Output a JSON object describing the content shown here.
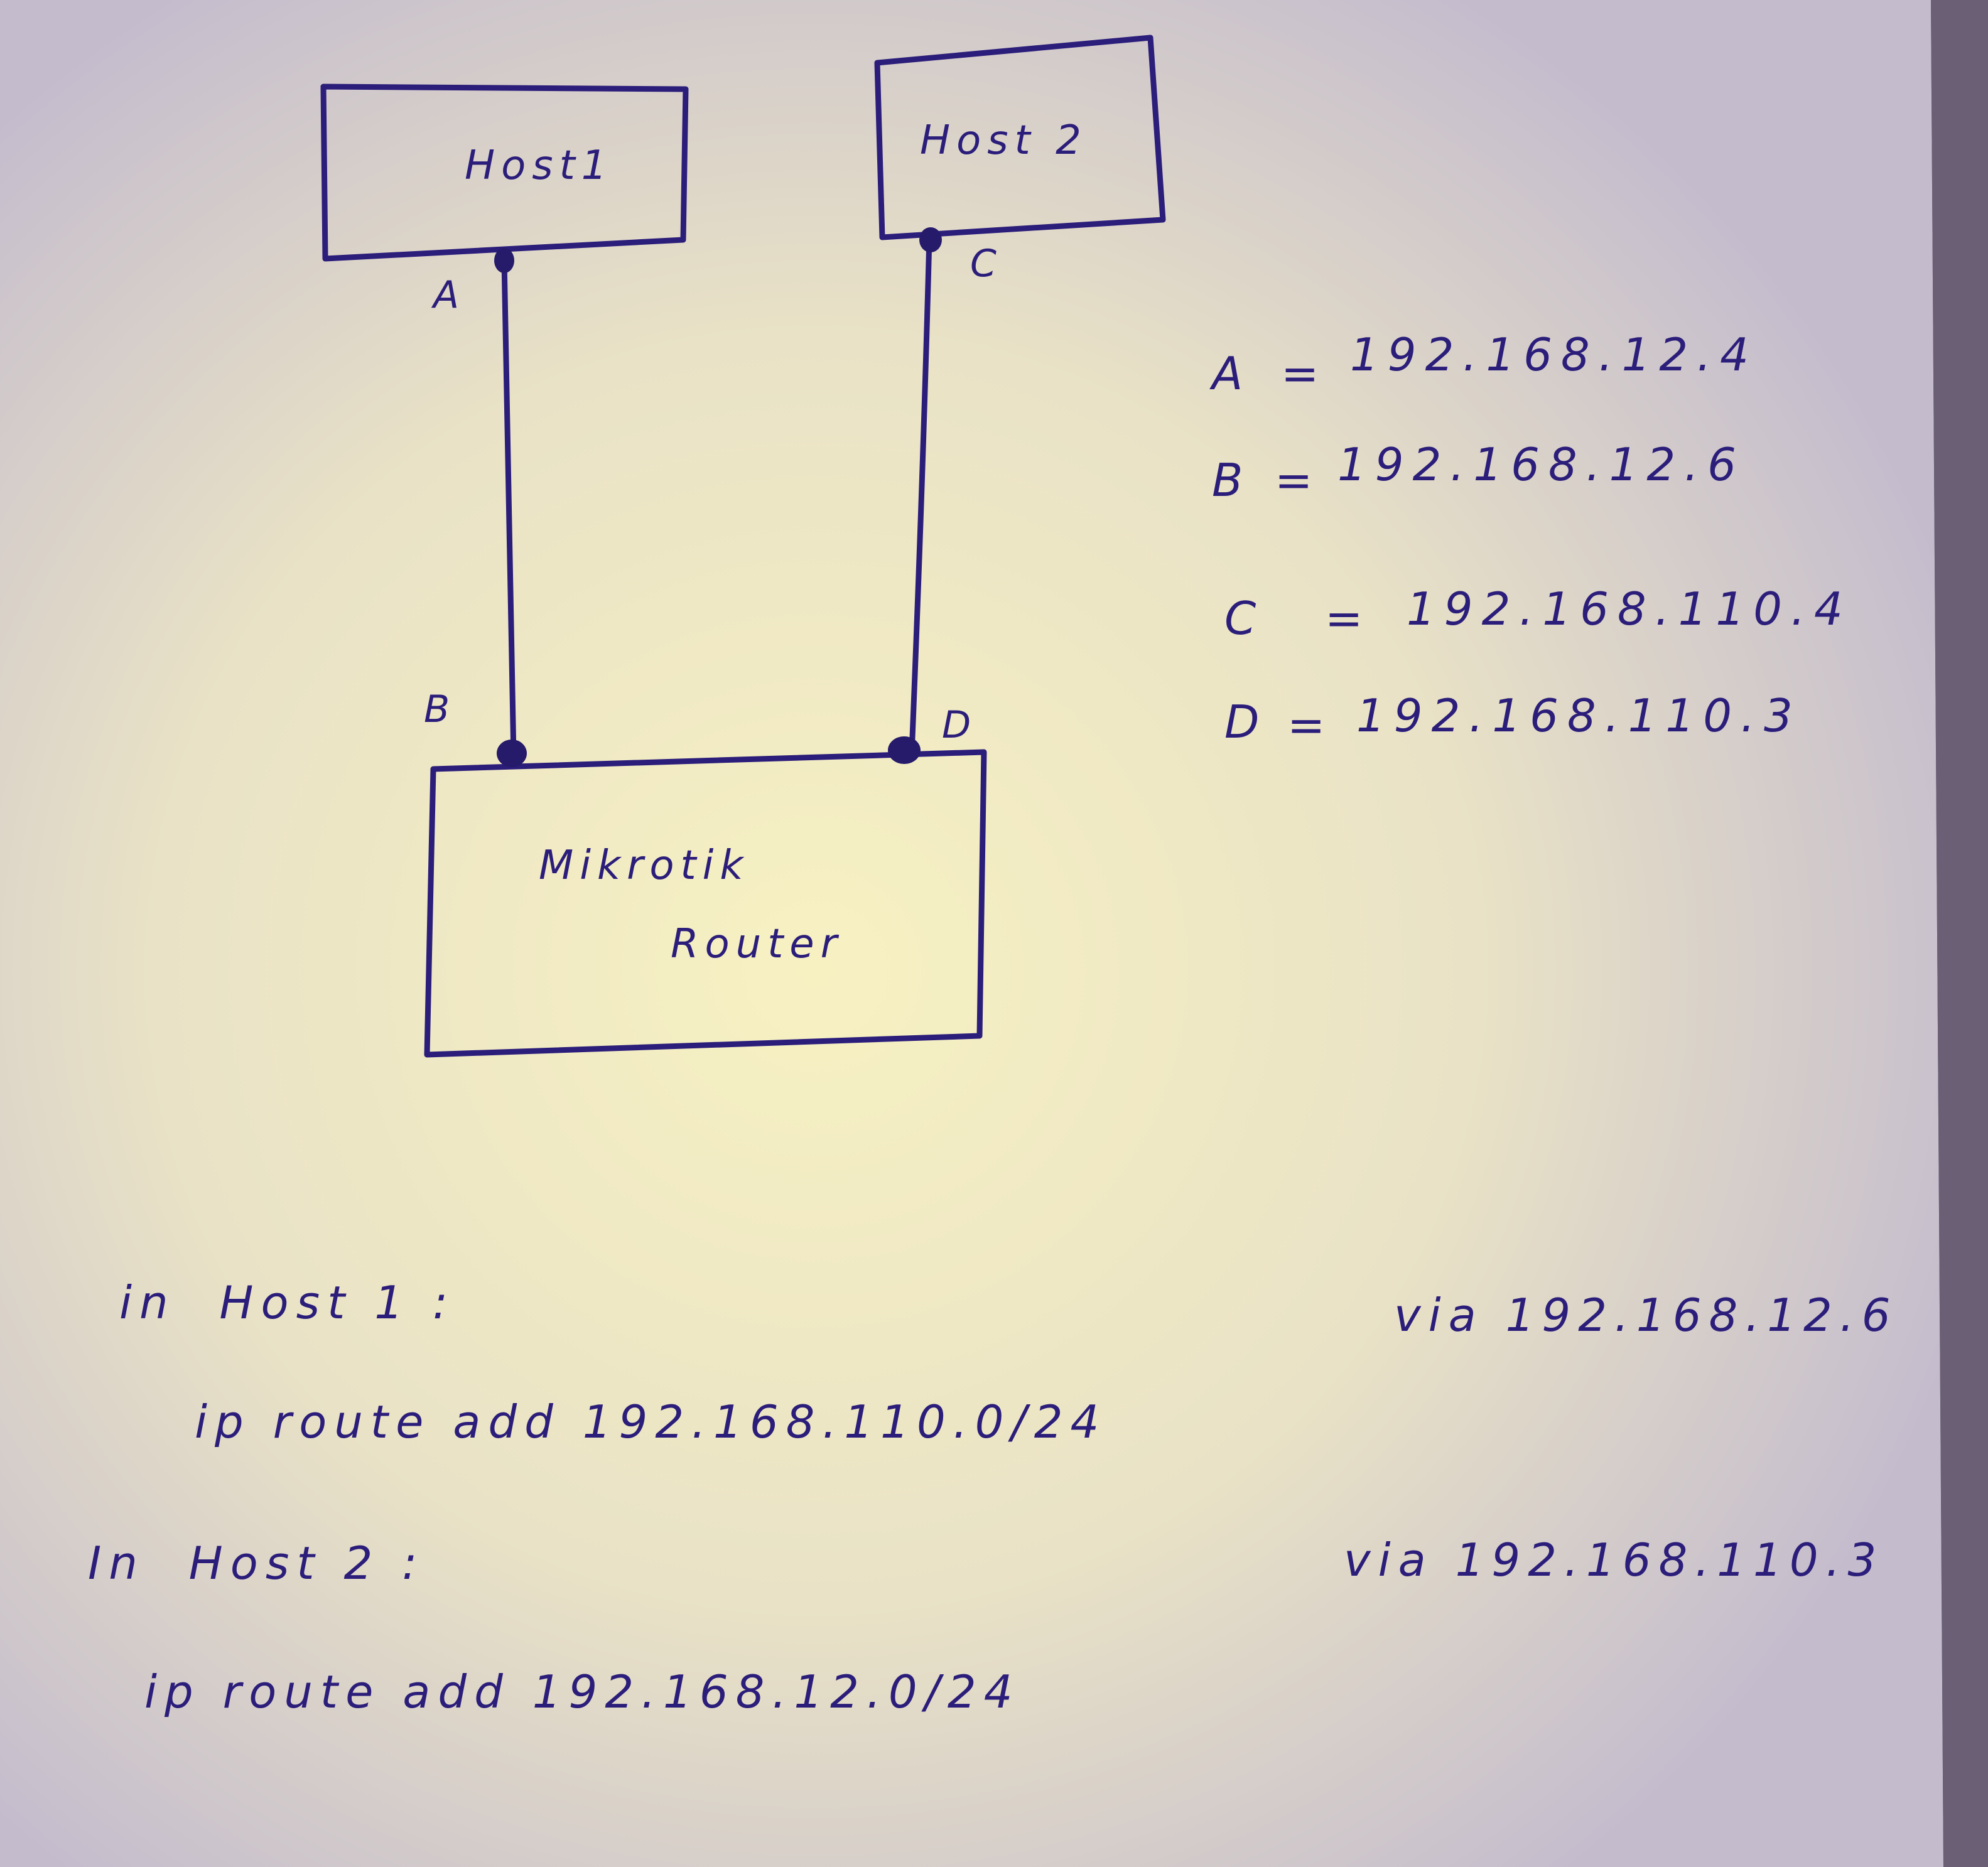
{
  "nodes": {
    "host1": "Host1",
    "host2": "Host 2",
    "router_line1": "Mikrotik",
    "router_line2": "Router"
  },
  "ports": {
    "a": "A",
    "b": "B",
    "c": "C",
    "d": "D"
  },
  "addresses": [
    {
      "port": "A",
      "ip": "192.168.12.4"
    },
    {
      "port": "B",
      "ip": "192.168.12.6"
    },
    {
      "port": "C",
      "ip": "192.168.110.4"
    },
    {
      "port": "D",
      "ip": "192.168.110.3"
    }
  ],
  "notes": {
    "host1_heading": "in  Host 1 :",
    "host1_command": "ip route add 192.168.110.0/24",
    "host1_via": "via 192.168.12.6",
    "host2_heading": "In  Host 2 :",
    "host2_command": "ip route add 192.168.12.0/24",
    "host2_via": "via 192.168.110.3"
  },
  "colors": {
    "ink": "#2b1d7a",
    "paper_light": "#f6f0c4",
    "paper_shadow": "#c6bfce"
  }
}
